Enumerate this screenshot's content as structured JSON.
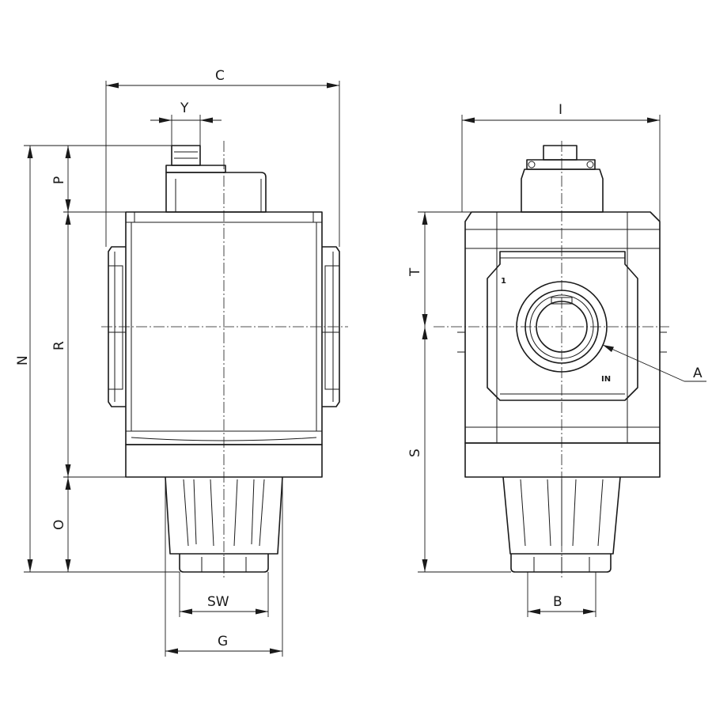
{
  "dimensions": {
    "C": "C",
    "Y": "Y",
    "P": "P",
    "N": "N",
    "R": "R",
    "O": "O",
    "SW": "SW",
    "G": "G",
    "I": "I",
    "T": "T",
    "S": "S",
    "B": "B",
    "A": "A"
  },
  "port_marks": {
    "inlet": "1",
    "outlet": "IN"
  }
}
